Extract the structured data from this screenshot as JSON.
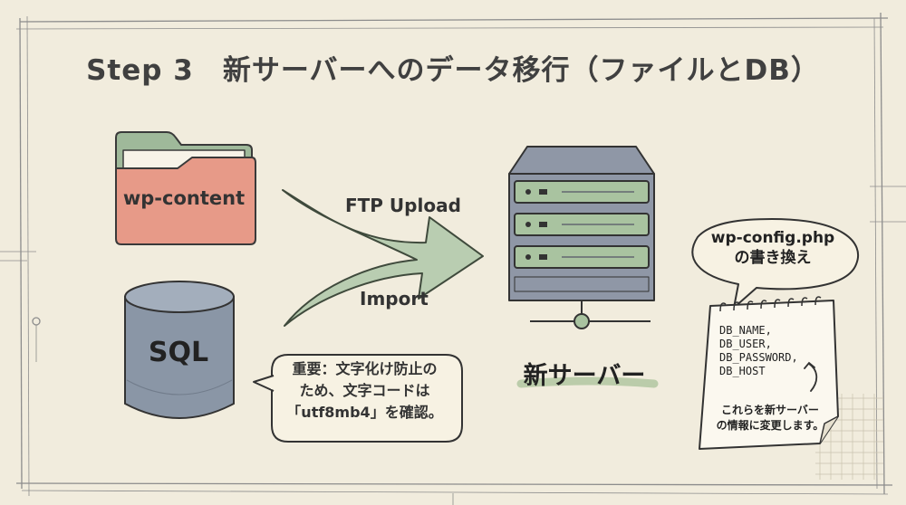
{
  "title": "Step 3　新サーバーへのデータ移行（ファイルとDB）",
  "folder": {
    "label": "wp-content"
  },
  "database": {
    "label": "SQL"
  },
  "arrow": {
    "upper_label": "FTP Upload",
    "lower_label": "Import"
  },
  "server": {
    "label": "新サーバー"
  },
  "note": {
    "lines": [
      "重要：文字化け防止の",
      "ため、文字コードは",
      "「utf8mb4」を確認。"
    ]
  },
  "config_bubble": {
    "lines": [
      "wp-config.php",
      "の書き換え"
    ]
  },
  "notepad": {
    "entries": [
      "DB_NAME,",
      "DB_USER,",
      "DB_PASSWORD,",
      "DB_HOST"
    ],
    "note_lines": [
      "これらを新サーバー",
      "の情報に変更します。"
    ]
  },
  "colors": {
    "background": "#f1ecdd",
    "folder_red": "#e79a88",
    "folder_green": "#9fb99a",
    "cylinder_blue": "#8a96a6",
    "server_gray": "#8f97a6",
    "server_green": "#a9c3a0",
    "arrow_green": "#b9cdb1",
    "label_underline": "#b5c9a4"
  }
}
